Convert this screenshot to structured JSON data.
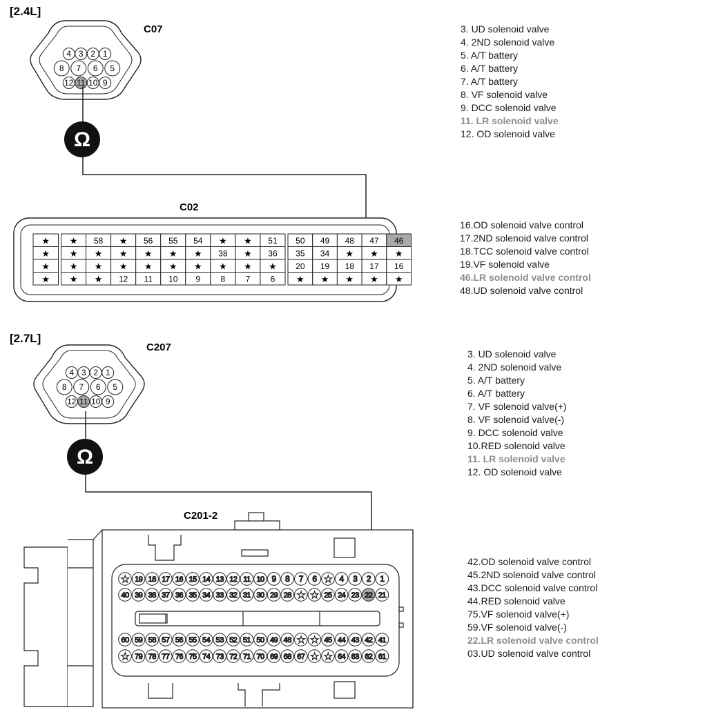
{
  "section_24": {
    "title": "[2.4L]",
    "c07": {
      "name": "C07",
      "row1": [
        "4",
        "3",
        "2",
        "1"
      ],
      "row2": [
        "8",
        "7",
        "6",
        "5"
      ],
      "row3": [
        "12",
        "11",
        "10",
        "9"
      ],
      "highlighted_pin": "11"
    },
    "c02": {
      "name": "C02",
      "rows": [
        [
          "★",
          "★",
          "58",
          "★",
          "56",
          "55",
          "54",
          "★",
          "★",
          "51",
          "50",
          "49",
          "48",
          "47",
          "46"
        ],
        [
          "★",
          "★",
          "★",
          "★",
          "★",
          "★",
          "★",
          "38",
          "★",
          "36",
          "35",
          "34",
          "★",
          "★",
          "★"
        ],
        [
          "★",
          "★",
          "★",
          "★",
          "★",
          "★",
          "★",
          "★",
          "★",
          "★",
          "20",
          "19",
          "18",
          "17",
          "16"
        ],
        [
          "★",
          "★",
          "★",
          "12",
          "11",
          "10",
          "9",
          "8",
          "7",
          "6",
          "★",
          "★",
          "★",
          "★",
          "★"
        ]
      ],
      "highlighted_pin": "46"
    },
    "legend_top": [
      "3. UD solenoid valve",
      "4. 2ND solenoid valve",
      "5. A/T battery",
      "6. A/T battery",
      "7. A/T battery",
      "8. VF solenoid valve",
      "9. DCC solenoid valve",
      "11. LR solenoid valve",
      "12. OD solenoid valve"
    ],
    "legend_top_highlight_index": 7,
    "legend_bottom": [
      "16.OD solenoid valve control",
      "17.2ND solenoid valve control",
      "18.TCC solenoid valve control",
      "19.VF solenoid valve",
      "46.LR solenoid valve control",
      "48.UD solenoid valve control"
    ],
    "legend_bottom_highlight_index": 4
  },
  "section_27": {
    "title": "[2.7L]",
    "c207": {
      "name": "C207",
      "row1": [
        "4",
        "3",
        "2",
        "1"
      ],
      "row2": [
        "8",
        "7",
        "6",
        "5"
      ],
      "row3": [
        "12",
        "11",
        "10",
        "9"
      ],
      "highlighted_pin": "11"
    },
    "c201": {
      "name": "C201-2",
      "row1": [
        "★",
        "19",
        "18",
        "17",
        "16",
        "15",
        "14",
        "13",
        "12",
        "11",
        "10",
        "9",
        "8",
        "7",
        "6",
        "★",
        "4",
        "3",
        "2",
        "1"
      ],
      "row2": [
        "40",
        "39",
        "38",
        "37",
        "36",
        "35",
        "34",
        "33",
        "32",
        "31",
        "30",
        "29",
        "28",
        "★",
        "★",
        "25",
        "24",
        "23",
        "22",
        "21"
      ],
      "row3": [
        "60",
        "59",
        "58",
        "57",
        "56",
        "55",
        "54",
        "53",
        "52",
        "51",
        "50",
        "49",
        "48",
        "★",
        "★",
        "45",
        "44",
        "43",
        "42",
        "41"
      ],
      "row4": [
        "★",
        "79",
        "78",
        "77",
        "76",
        "75",
        "74",
        "73",
        "72",
        "71",
        "70",
        "69",
        "68",
        "67",
        "★",
        "★",
        "64",
        "63",
        "62",
        "61"
      ],
      "highlighted_pin": "22"
    },
    "legend_top": [
      "3. UD solenoid valve",
      "4. 2ND solenoid valve",
      "5. A/T battery",
      "6. A/T battery",
      "7. VF solenoid valve(+)",
      "8. VF solenoid valve(-)",
      "9. DCC solenoid valve",
      "10.RED solenoid valve",
      "11. LR solenoid valve",
      "12. OD solenoid valve"
    ],
    "legend_top_highlight_index": 8,
    "legend_bottom": [
      "42.OD solenoid valve control",
      "45.2ND solenoid valve control",
      "43.DCC solenoid valve control",
      "44.RED solenoid valve",
      "75.VF solenoid valve(+)",
      "59.VF solenoid valve(-)",
      "22.LR solenoid valve control",
      "03.UD solenoid valve control"
    ],
    "legend_bottom_highlight_index": 6
  },
  "ohmmeter_symbol": "Ω",
  "colors": {
    "line": "#222222",
    "highlight_pin": "#a9a9a9",
    "highlight_text": "#8c8c8c"
  }
}
